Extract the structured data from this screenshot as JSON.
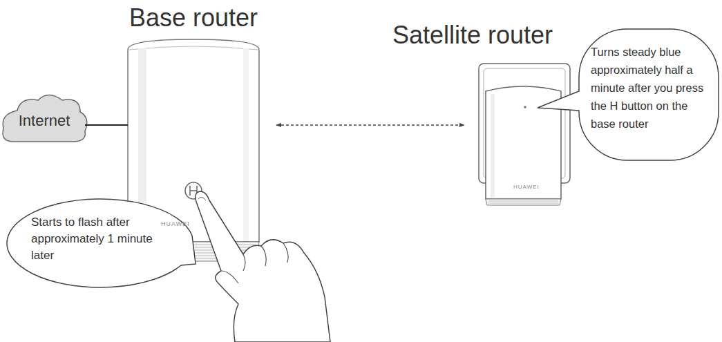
{
  "diagram": {
    "nodes": [
      {
        "text": [
          "Base router",
          "HUAWEI"
        ]
      },
      {
        "text": [
          "Satellite router",
          "HUAWEI"
        ]
      },
      {
        "text": [
          "Turns steady blue approximately half a minute after you press the H button on the base router"
        ]
      },
      {
        "text": [
          "Internet"
        ]
      },
      {
        "text": [
          "Starts to flash after approximately 1 minute later"
        ]
      }
    ],
    "edges": [
      {
        "from": 3,
        "to": 0,
        "arrow": "none"
      },
      {
        "from": 0,
        "to": 1,
        "arrow": "both"
      }
    ]
  }
}
